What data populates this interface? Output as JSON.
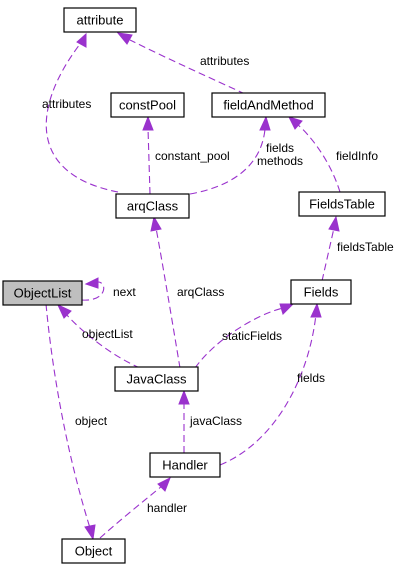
{
  "nodes": {
    "attribute": "attribute",
    "constPool": "constPool",
    "fieldAndMethod": "fieldAndMethod",
    "arqClass": "arqClass",
    "FieldsTable": "FieldsTable",
    "ObjectList": "ObjectList",
    "Fields": "Fields",
    "JavaClass": "JavaClass",
    "Handler": "Handler",
    "Object": "Object"
  },
  "edges": {
    "attributes_fam": "attributes",
    "attributes_arq": "attributes",
    "constant_pool": "constant_pool",
    "fields": "fields",
    "methods": "methods",
    "fieldInfo": "fieldInfo",
    "fieldsTable": "fieldsTable",
    "next": "next",
    "arqClass": "arqClass",
    "objectList": "objectList",
    "staticFields": "staticFields",
    "fields_handler": "fields",
    "javaClass": "javaClass",
    "object": "object",
    "handler": "handler"
  },
  "colors": {
    "edge": "#9a32cd",
    "focus_fill": "#bfbfbf",
    "node_fill": "#ffffff"
  }
}
